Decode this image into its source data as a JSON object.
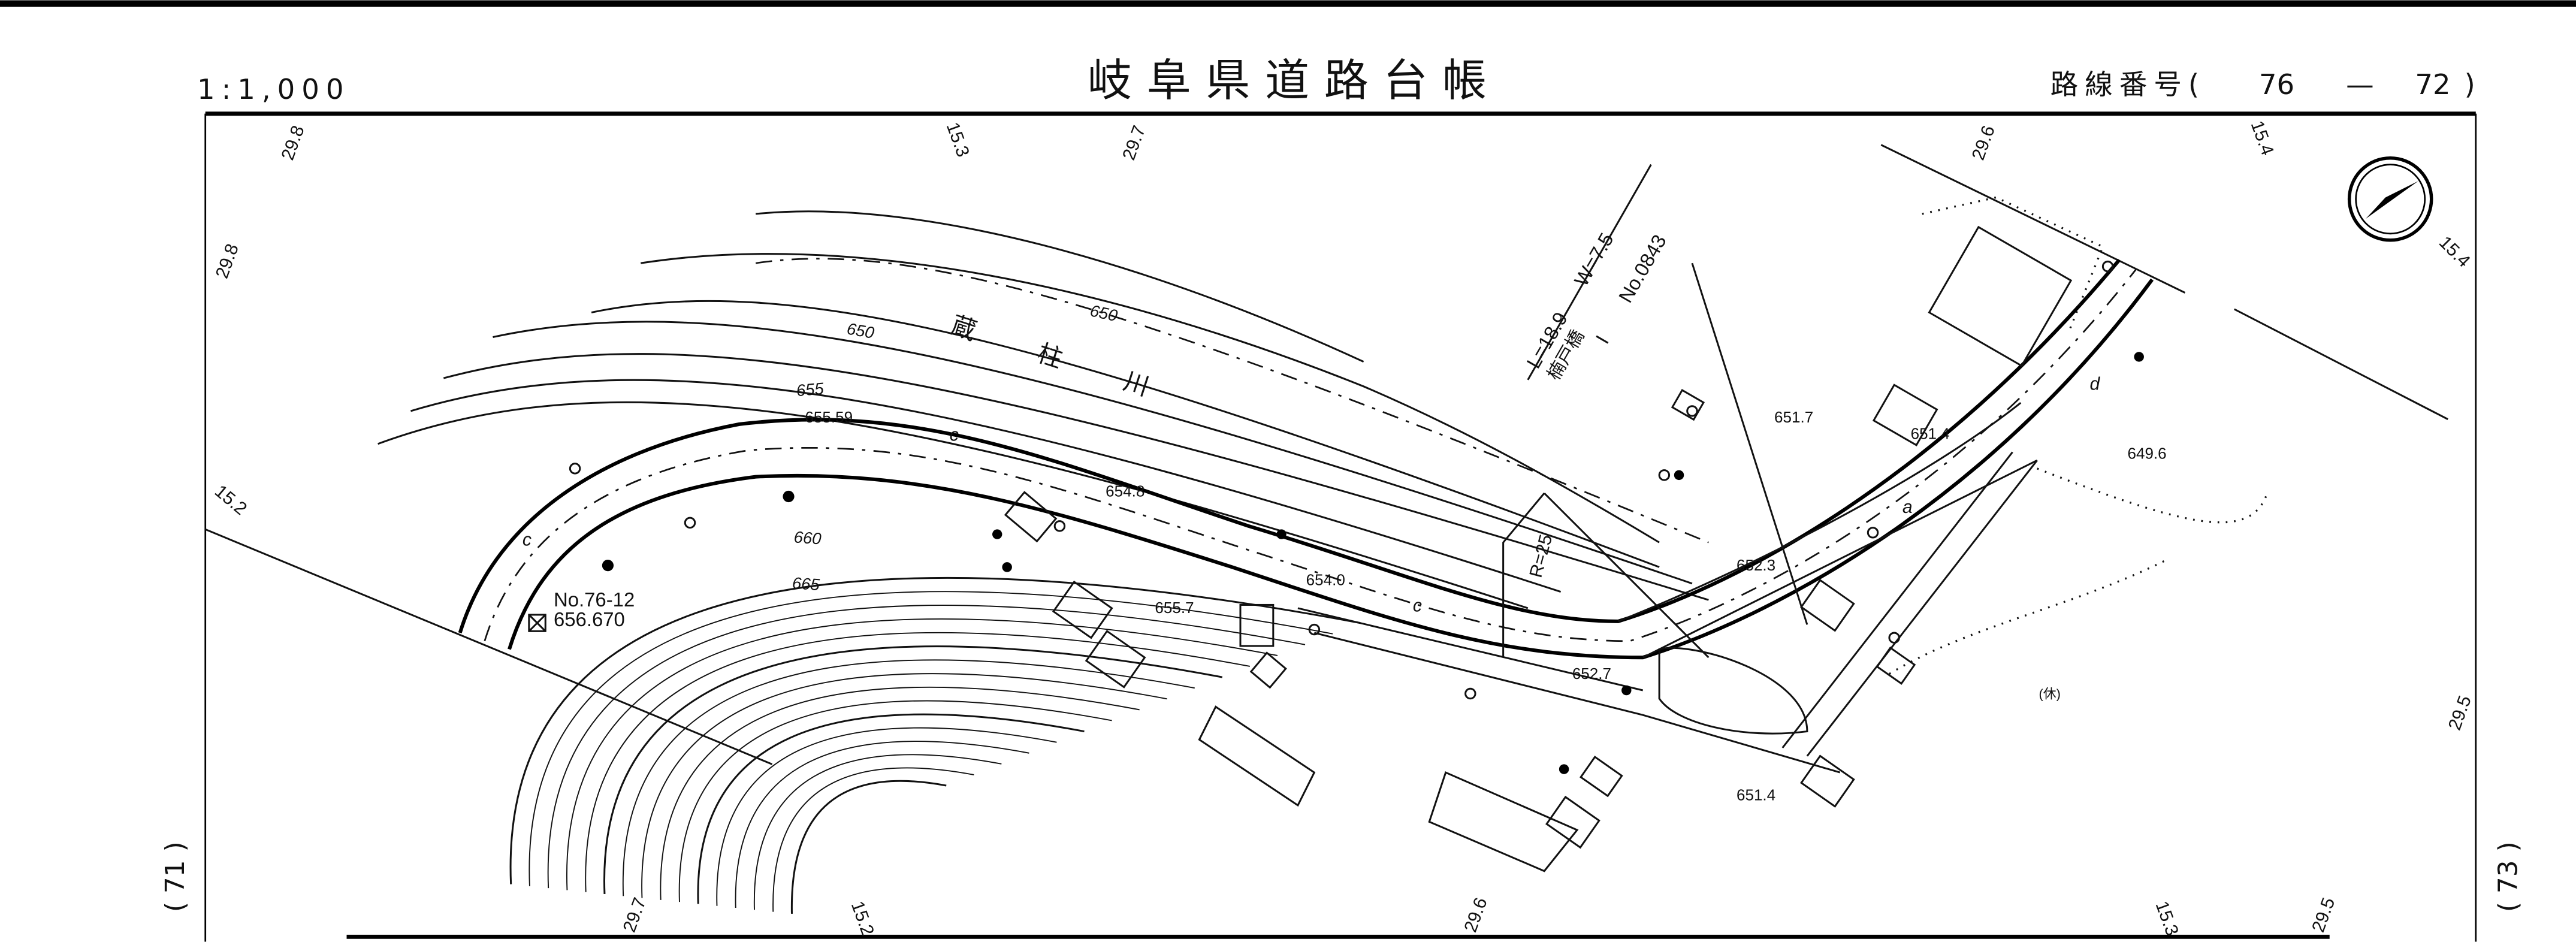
{
  "header": {
    "scale": "1:1,000",
    "title": "岐阜県道路台帳",
    "route_label": "路線番号(",
    "route_from": "76",
    "route_dash": "—",
    "route_to": "72",
    "route_close": ")"
  },
  "adjacent_sheets": {
    "left": "( 71 )",
    "right": "( 73 )"
  },
  "grid_labels": {
    "top": [
      "29.8",
      "15.3",
      "29.7",
      "29.6",
      "15.4"
    ],
    "left": [
      "29.8",
      "15.2"
    ],
    "right": [
      "15.4",
      "29.5"
    ],
    "bottom": [
      "29.7",
      "15.2",
      "29.6",
      "15.3",
      "29.5"
    ]
  },
  "river_name": "蔵 柱 川",
  "contour_labels": [
    "650",
    "650",
    "655",
    "660",
    "665"
  ],
  "spot_heights": [
    "655.59",
    "654.8",
    "654.0",
    "655.7",
    "652.7",
    "651.7",
    "651.4",
    "649.6",
    "652.3",
    "651.4"
  ],
  "benchmark": {
    "id": "No.76-12",
    "elevation": "656.670"
  },
  "bridge": {
    "length": "L=18.9",
    "width": "W=7.5",
    "name": "楠戸橋",
    "type": "I",
    "number": "No.0843"
  },
  "curve_radius": "R=25",
  "land_use_forest": "(休)",
  "road_symbols": [
    "c",
    "c",
    "c",
    "a",
    "d"
  ],
  "north_arrow": "north-arrow"
}
